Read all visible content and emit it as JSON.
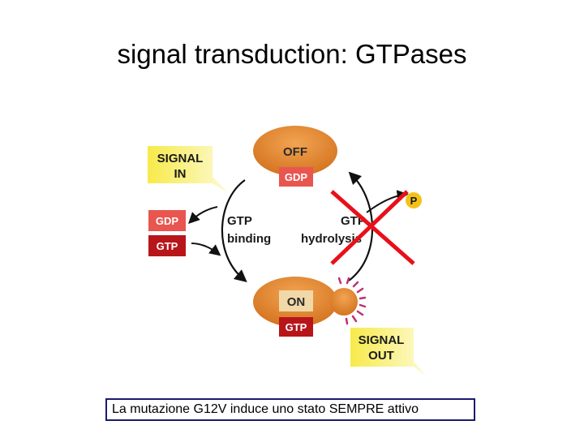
{
  "slide": {
    "title": "signal transduction: GTPases",
    "caption": "La mutazione G12V induce uno stato SEMPRE attivo"
  },
  "diagram": {
    "off_state": {
      "label": "OFF",
      "nucleotide": "GDP"
    },
    "on_state": {
      "label": "ON",
      "nucleotide": "GTP"
    },
    "signal_in": [
      "SIGNAL",
      "IN"
    ],
    "signal_out": [
      "SIGNAL",
      "OUT"
    ],
    "side_nucleotides": {
      "released": "GDP",
      "bound": "GTP"
    },
    "left_step": [
      "GTP",
      "binding"
    ],
    "right_step": [
      "GTP",
      "hydrolysis"
    ],
    "phosphate": "P",
    "cross_mark": "X",
    "colors": {
      "protein": "#d2701c",
      "protein_highlight": "#f2a452",
      "gdp_box": "#e8564f",
      "gtp_box": "#b8151b",
      "signal_box": "#f7ea4a",
      "phosphate": "#f3c21a",
      "cross": "#e8101a",
      "glow": "#c03070"
    }
  }
}
